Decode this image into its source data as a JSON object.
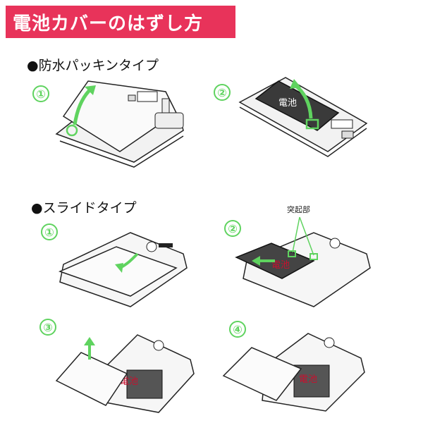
{
  "title": "電池カバーのはずし方",
  "sections": [
    {
      "heading": "●防水パッキンタイプ",
      "steps": [
        "①",
        "②"
      ]
    },
    {
      "heading": "●スライドタイプ",
      "steps": [
        "①",
        "②",
        "③",
        "④"
      ]
    }
  ],
  "labels": {
    "battery": "電池",
    "protrusion": "突起部"
  },
  "colors": {
    "banner": "#e8335a",
    "accent_green": "#5fd35f",
    "battery_label_red": "#c8102e"
  }
}
